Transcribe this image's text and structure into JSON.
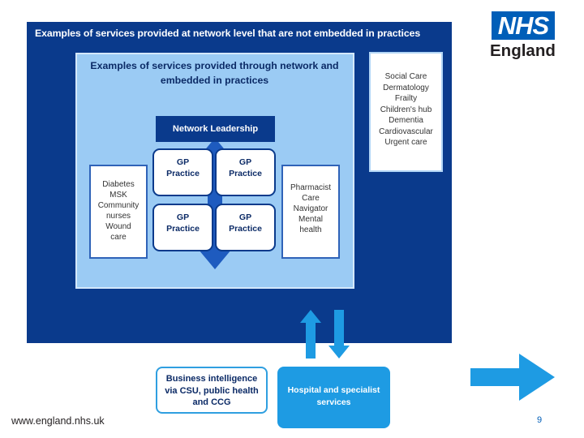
{
  "outer_panel": {
    "title": "Examples of services provided at network level that are not embedded in practices"
  },
  "inner_panel": {
    "title": "Examples of services provided through network and embedded in practices"
  },
  "network_leadership": "Network Leadership",
  "gp_practices": [
    {
      "line1": "GP",
      "line2": "Practice"
    },
    {
      "line1": "GP",
      "line2": "Practice"
    },
    {
      "line1": "GP",
      "line2": "Practice"
    },
    {
      "line1": "GP",
      "line2": "Practice"
    }
  ],
  "left_services": [
    "Diabetes",
    "MSK",
    "Community",
    "nurses",
    "Wound",
    "care"
  ],
  "right_services": [
    "Pharmacist",
    "Care",
    "Navigator",
    "Mental",
    "health"
  ],
  "network_services": [
    "Social Care",
    "Dermatology",
    "Frailty",
    "Children's hub",
    "Dementia",
    "Cardiovascular",
    "Urgent care"
  ],
  "bottom": {
    "business_intelligence": [
      "Business intelligence",
      "via CSU, public health",
      "and CCG"
    ],
    "hospital": [
      "Hospital and specialist",
      "services"
    ]
  },
  "logo": {
    "mark": "NHS",
    "region": "England"
  },
  "footer": {
    "url": "www.england.nhs.uk",
    "page": "9"
  },
  "colors": {
    "outer_panel": "#0a3a8c",
    "inner_panel": "#9bcbf4",
    "accent_blue": "#1e9be3",
    "nhs_blue": "#005eb8"
  },
  "icons": [
    "up-down-arrow-icon",
    "up-arrow-icon",
    "down-arrow-icon",
    "right-arrow-icon"
  ]
}
